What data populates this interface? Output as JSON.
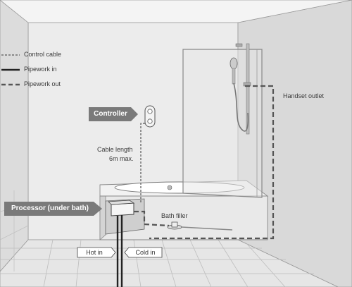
{
  "legend": {
    "control_cable": "Control cable",
    "pipework_in": "Pipework in",
    "pipework_out": "Pipework out"
  },
  "labels": {
    "controller": "Controller",
    "processor": "Processor (under bath)",
    "handset_outlet": "Handset outlet",
    "cable_length_line1": "Cable length",
    "cable_length_line2": "6m max.",
    "bath_filler": "Bath filler",
    "hot_in": "Hot in",
    "cold_in": "Cold in"
  },
  "colors": {
    "wall": "#ebebeb",
    "wall_side": "#d6d6d6",
    "floor": "#e4e4e4",
    "tag_dark": "#7a7a7a",
    "line": "#4a4a4a"
  }
}
